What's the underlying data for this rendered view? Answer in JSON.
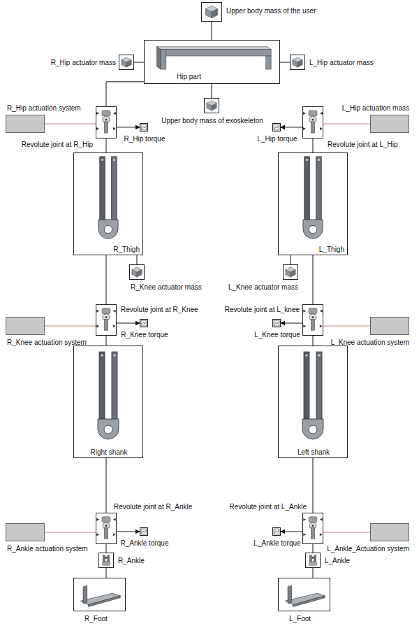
{
  "diagram": {
    "nodes": [
      {
        "text": [
          "Upper body mass of the user"
        ]
      },
      {
        "text": [
          "Hip part"
        ]
      },
      {
        "text": [
          "R_Hip actuator mass"
        ]
      },
      {
        "text": [
          "L_Hip actuator mass"
        ]
      },
      {
        "text": [
          "Upper body mass of exoskeleton"
        ]
      },
      {
        "text": [
          "R_Hip actuation system"
        ]
      },
      {
        "text": [
          "Revolute joint at R_Hip"
        ]
      },
      {
        "text": [
          "R_Hip torque"
        ]
      },
      {
        "text": [
          "L_Hip actuation mass"
        ]
      },
      {
        "text": [
          "Revolute joint at L_Hip"
        ]
      },
      {
        "text": [
          "L_Hip torque"
        ]
      },
      {
        "text": [
          "R_Thigh"
        ]
      },
      {
        "text": [
          "L_Thigh"
        ]
      },
      {
        "text": [
          "R_Knee actuator mass"
        ]
      },
      {
        "text": [
          "L_Knee actuator mass"
        ]
      },
      {
        "text": [
          "R_Knee actuation system"
        ]
      },
      {
        "text": [
          "Revolute joint at R_Knee"
        ]
      },
      {
        "text": [
          "R_Knee torque"
        ]
      },
      {
        "text": [
          "Revolute joint at L_knee"
        ]
      },
      {
        "text": [
          "L_Knee torque"
        ]
      },
      {
        "text": [
          "L_Knee actuation system"
        ]
      },
      {
        "text": [
          "Right shank"
        ]
      },
      {
        "text": [
          "Left shank"
        ]
      },
      {
        "text": [
          "R_Ankle actuation system"
        ]
      },
      {
        "text": [
          "Revolute joint at R_Ankle"
        ]
      },
      {
        "text": [
          "R_Ankle torque"
        ]
      },
      {
        "text": [
          "Revolute joint at L_Ankle"
        ]
      },
      {
        "text": [
          "L_Ankle torque"
        ]
      },
      {
        "text": [
          "L_Ankle_Actuation system"
        ]
      },
      {
        "text": [
          "R_Ankle"
        ]
      },
      {
        "text": [
          "L_Ankle"
        ]
      },
      {
        "text": [
          "R_Foot"
        ]
      },
      {
        "text": [
          "L_Foot"
        ]
      }
    ],
    "edges": [
      {
        "from": 0,
        "to": 1,
        "arrow": "none"
      },
      {
        "from": 2,
        "to": 1,
        "arrow": "none"
      },
      {
        "from": 3,
        "to": 1,
        "arrow": "none"
      },
      {
        "from": 4,
        "to": 1,
        "arrow": "none"
      },
      {
        "from": 1,
        "to": 6,
        "arrow": "none"
      },
      {
        "from": 5,
        "to": 6,
        "arrow": "none"
      },
      {
        "from": 6,
        "to": 7,
        "arrow": "to"
      },
      {
        "from": 8,
        "to": 9,
        "arrow": "none"
      },
      {
        "from": 9,
        "to": 10,
        "arrow": "to"
      },
      {
        "from": 6,
        "to": 11,
        "arrow": "none"
      },
      {
        "from": 9,
        "to": 12,
        "arrow": "none"
      },
      {
        "from": 11,
        "to": 13,
        "arrow": "none"
      },
      {
        "from": 11,
        "to": 16,
        "arrow": "none"
      },
      {
        "from": 15,
        "to": 16,
        "arrow": "none"
      },
      {
        "from": 16,
        "to": 17,
        "arrow": "to"
      },
      {
        "from": 12,
        "to": 14,
        "arrow": "none"
      },
      {
        "from": 12,
        "to": 18,
        "arrow": "none"
      },
      {
        "from": 20,
        "to": 18,
        "arrow": "none"
      },
      {
        "from": 18,
        "to": 19,
        "arrow": "to"
      },
      {
        "from": 16,
        "to": 21,
        "arrow": "none"
      },
      {
        "from": 18,
        "to": 22,
        "arrow": "none"
      },
      {
        "from": 21,
        "to": 24,
        "arrow": "none"
      },
      {
        "from": 22,
        "to": 26,
        "arrow": "none"
      },
      {
        "from": 23,
        "to": 24,
        "arrow": "none"
      },
      {
        "from": 24,
        "to": 25,
        "arrow": "to"
      },
      {
        "from": 28,
        "to": 26,
        "arrow": "none"
      },
      {
        "from": 26,
        "to": 27,
        "arrow": "to"
      },
      {
        "from": 24,
        "to": 29,
        "arrow": "none"
      },
      {
        "from": 26,
        "to": 30,
        "arrow": "none"
      },
      {
        "from": 29,
        "to": 31,
        "arrow": "none"
      },
      {
        "from": 30,
        "to": 32,
        "arrow": "none"
      }
    ]
  }
}
